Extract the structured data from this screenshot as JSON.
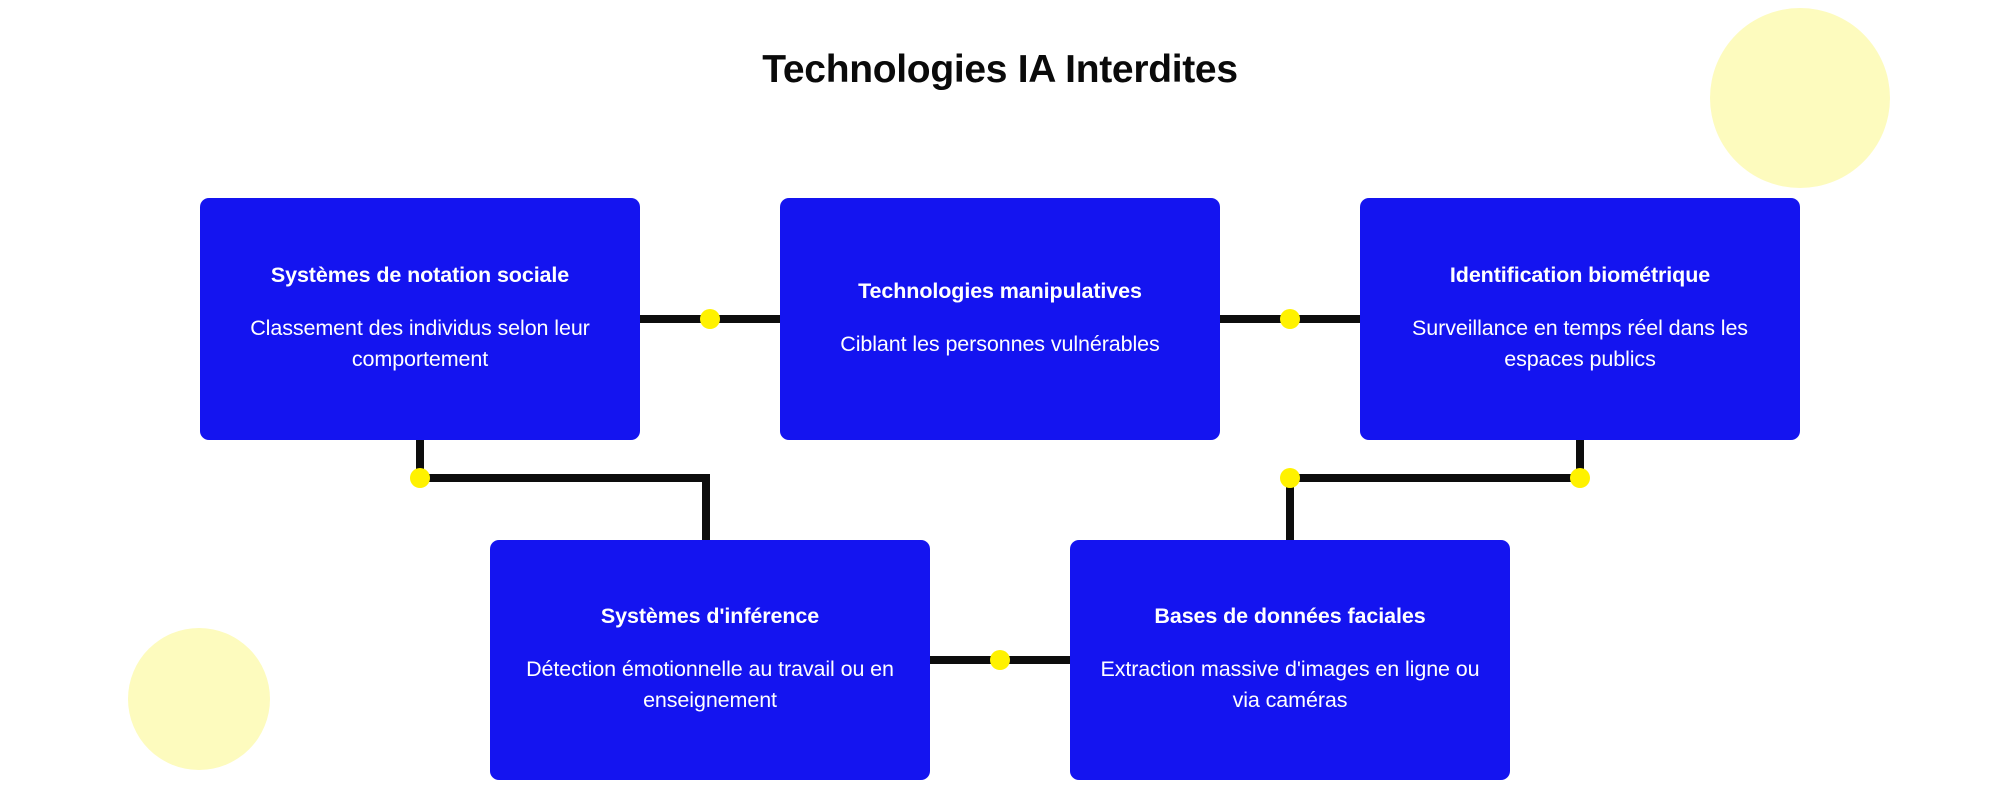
{
  "page": {
    "title": "Technologies IA Interdites",
    "background_color": "#ffffff"
  },
  "theme": {
    "node_fill": "#1414F0",
    "node_text": "#ffffff",
    "connector_line": "#0d0d0d",
    "connector_dot": "#FFF200",
    "decoration_fill": "#FDFBBE",
    "title_color": "#0a0a0a"
  },
  "decorations": [
    {
      "name": "circle-top-right",
      "shape": "circle",
      "color": "#FDFBBE"
    },
    {
      "name": "circle-bottom-left",
      "shape": "circle",
      "color": "#FDFBBE"
    }
  ],
  "diagram": {
    "type": "node-link-flowchart",
    "nodes": [
      {
        "id": "notation-sociale",
        "title": "Systèmes de notation sociale",
        "description": "Classement des individus selon leur comportement"
      },
      {
        "id": "technologies-manipulatives",
        "title": "Technologies manipulatives",
        "description": "Ciblant les personnes vulnérables"
      },
      {
        "id": "identification-biometrique",
        "title": "Identification biométrique",
        "description": "Surveillance en temps réel dans les espaces publics"
      },
      {
        "id": "systemes-inference",
        "title": "Systèmes d'inférence",
        "description": "Détection émotionnelle au travail ou en enseignement"
      },
      {
        "id": "bases-donnees-faciales",
        "title": "Bases de données faciales",
        "description": "Extraction massive d'images en ligne ou via caméras"
      }
    ],
    "links": [
      {
        "from": "notation-sociale",
        "to": "technologies-manipulatives",
        "marker": "dot"
      },
      {
        "from": "technologies-manipulatives",
        "to": "identification-biometrique",
        "marker": "dot"
      },
      {
        "from": "notation-sociale",
        "to": "systemes-inference",
        "marker": "dot"
      },
      {
        "from": "identification-biometrique",
        "to": "bases-donnees-faciales",
        "marker": "dot"
      },
      {
        "from": "systemes-inference",
        "to": "bases-donnees-faciales",
        "marker": "dot"
      }
    ]
  }
}
